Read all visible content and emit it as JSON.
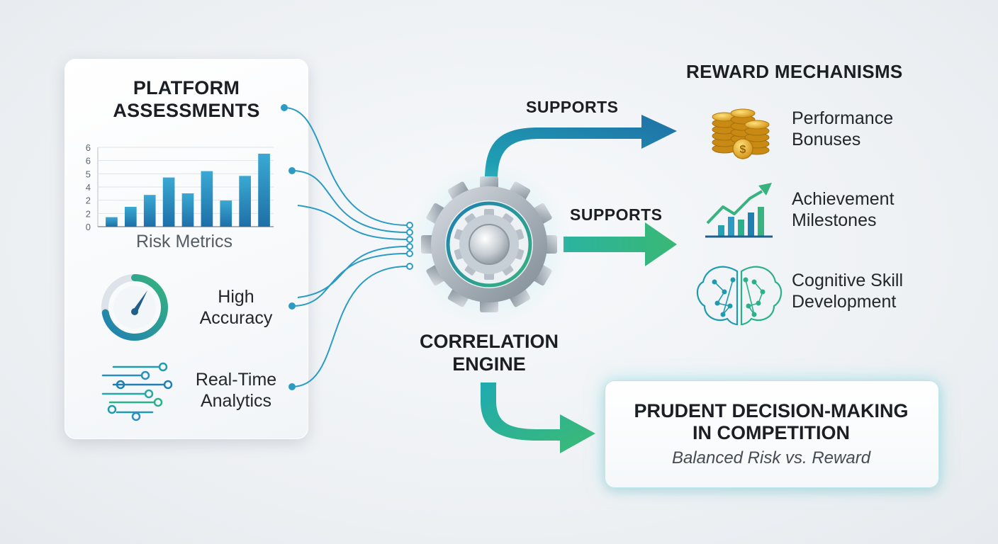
{
  "left_panel": {
    "title_line1": "PLATFORM",
    "title_line2": "ASSESSMENTS",
    "chart_caption": "Risk Metrics",
    "accuracy_line1": "High",
    "accuracy_line2": "Accuracy",
    "analytics_line1": "Real-Time",
    "analytics_line2": "Analytics",
    "gauge_level": 0.72
  },
  "chart_data": {
    "type": "bar",
    "yticks": [
      "0",
      "2",
      "2",
      "4",
      "5",
      "6",
      "6"
    ],
    "values": [
      1.2,
      2.5,
      4,
      6.2,
      4.2,
      7,
      3.3,
      6.4,
      9.2
    ],
    "ylim": [
      0,
      10
    ],
    "grid": true,
    "colors": [
      "#2f7fb6",
      "#3aa3c8"
    ]
  },
  "engine": {
    "label_line1": "CORRELATION",
    "label_line2": "ENGINE",
    "icon": "gear-icon"
  },
  "links": {
    "supports_top": "SUPPORTS",
    "supports_middle": "SUPPORTS"
  },
  "rewards": {
    "title": "REWARD MECHANISMS",
    "items": [
      {
        "line1": "Performance",
        "line2": "Bonuses",
        "icon": "coins-icon"
      },
      {
        "line1": "Achievement",
        "line2": "Milestones",
        "icon": "growth-chart-icon"
      },
      {
        "line1": "Cognitive Skill",
        "line2": "Development",
        "icon": "brain-icon"
      }
    ]
  },
  "outcome": {
    "title_line1": "PRUDENT DECISION-MAKING",
    "title_line2": "IN COMPETITION",
    "subtitle": "Balanced Risk vs. Reward"
  },
  "colors": {
    "blue": "#1f7fb3",
    "teal": "#1fa3b5",
    "green": "#36b37e",
    "gold": "#e0a826"
  }
}
